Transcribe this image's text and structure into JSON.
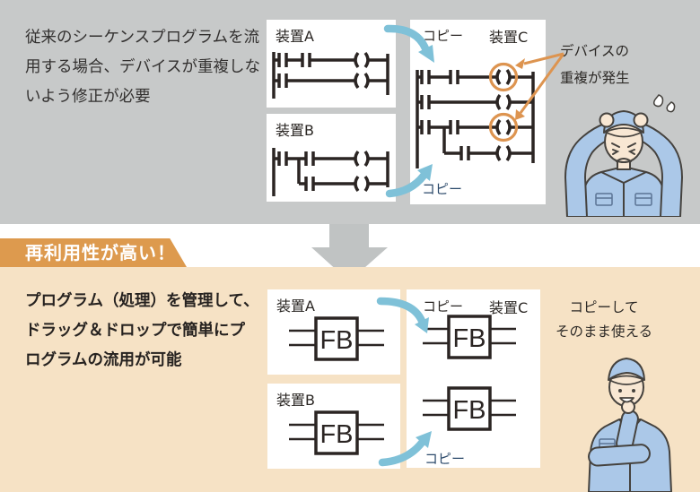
{
  "colors": {
    "top_panel_bg": "#c7c9c9",
    "bottom_panel_bg": "#f6e2c5",
    "banner_bg": "#dd9a4e",
    "accent_orange": "#dd9450",
    "copy_arrow_blue": "#7fc1d8",
    "big_arrow_gray": "#c0c3c3",
    "diagram_line": "#2b2523",
    "worker_uniform_blue": "#abc8e8"
  },
  "top_panel": {
    "note": "従来のシーケンスプログラムを流\n用する場合、デバイスが重複しな\nいよう修正が必要",
    "device_a": {
      "label": "装置A"
    },
    "device_b": {
      "label": "装置B"
    },
    "device_c": {
      "label": "装置C",
      "copy_top": "コピー",
      "copy_bottom": "コピー"
    },
    "duplication_note": "デバイスの\n重複が発生"
  },
  "banner": {
    "label": "再利用性が高い！"
  },
  "bottom_panel": {
    "note": "プログラム（処理）を管理して、\nドラッグ＆ドロップで簡単にプ\nログラムの流用が可能",
    "device_a": {
      "label": "装置A",
      "fb": "FB"
    },
    "device_b": {
      "label": "装置B",
      "fb": "FB"
    },
    "device_c": {
      "label": "装置C",
      "copy_top": "コピー",
      "copy_bottom": "コピー",
      "fb1": "FB",
      "fb2": "FB"
    },
    "benefit_note": "コピーして\nそのまま使える"
  }
}
